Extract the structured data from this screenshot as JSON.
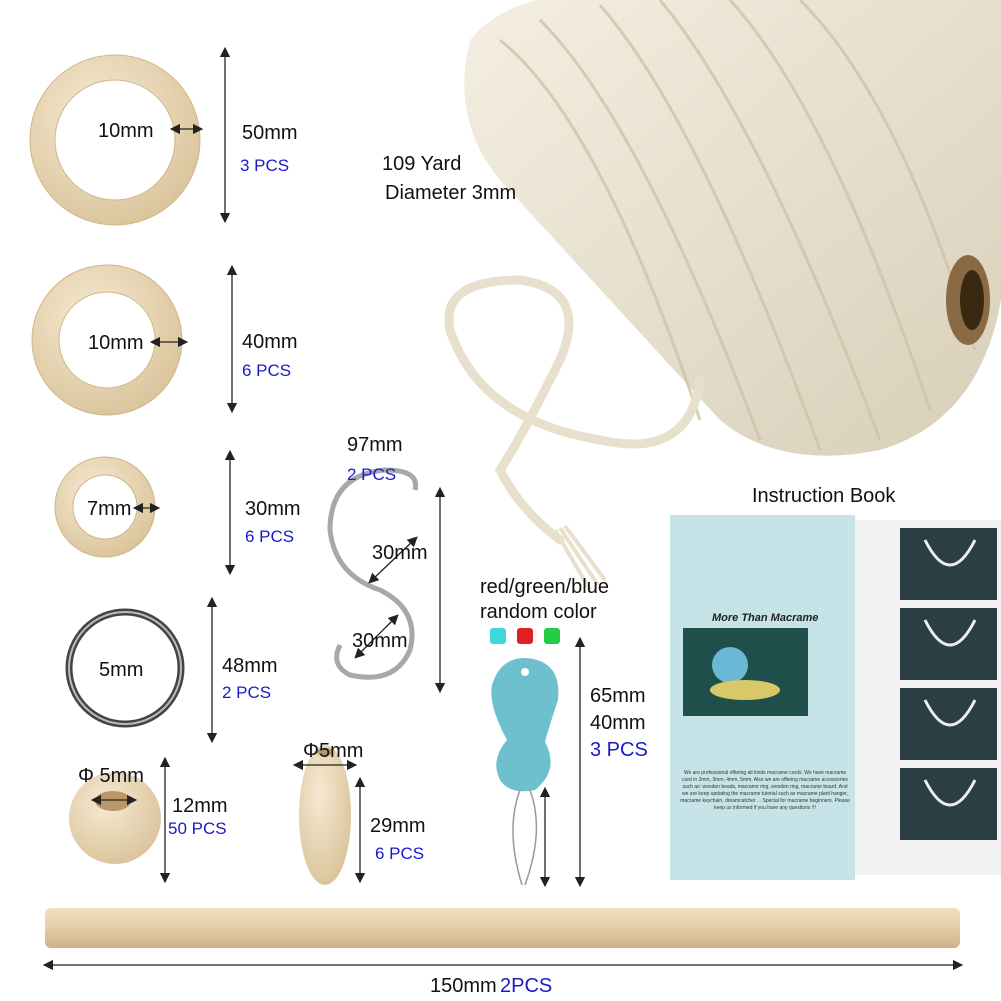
{
  "rings": [
    {
      "thickness": "10mm",
      "size": "50mm",
      "qty": "3 PCS"
    },
    {
      "thickness": "10mm",
      "size": "40mm",
      "qty": "6 PCS"
    },
    {
      "thickness": "7mm",
      "size": "30mm",
      "qty": "6 PCS"
    },
    {
      "thickness": "5mm",
      "size": "48mm",
      "qty": "2 PCS"
    }
  ],
  "round_bead": {
    "hole": "Φ 5mm",
    "size": "12mm",
    "qty": "50 PCS"
  },
  "oval_bead": {
    "hole": "Φ5mm",
    "size": "29mm",
    "qty": "6 PCS"
  },
  "s_hook": {
    "length": "97mm",
    "qty": "2 PCS",
    "top": "30mm",
    "bottom": "30mm"
  },
  "cord": {
    "length": "109 Yard",
    "diameter": "Diameter 3mm"
  },
  "needle": {
    "colors_line1": "red/green/blue",
    "colors_line2": "random color",
    "length1": "65mm",
    "length2": "40mm",
    "qty": "3 PCS",
    "swatches": [
      "#3fd6e0",
      "#e02020",
      "#22cc44"
    ]
  },
  "book": {
    "label": "Instruction Book",
    "title": "More Than Macrame",
    "body": "We are professional offering all kinds macrame cords. We have macrame cord in 2mm, 3mm, 4mm, 5mm. Also we are offering macrame accessories such as: wooden beads, macrame ring, wooden ring, macrame board. And we are keep updating the macrame tutorial such as macrame plant hanger, macrame keychain, dreamcatcher ... Special for macrame beginners. Please keep us informed if you have any questions !!!"
  },
  "dowel": {
    "length": "150mm",
    "qty": "2PCS"
  },
  "colors": {
    "wood": "#ecdcbc",
    "label_blue": "#1a1ac8",
    "book_bg": "#bfe0e6"
  }
}
